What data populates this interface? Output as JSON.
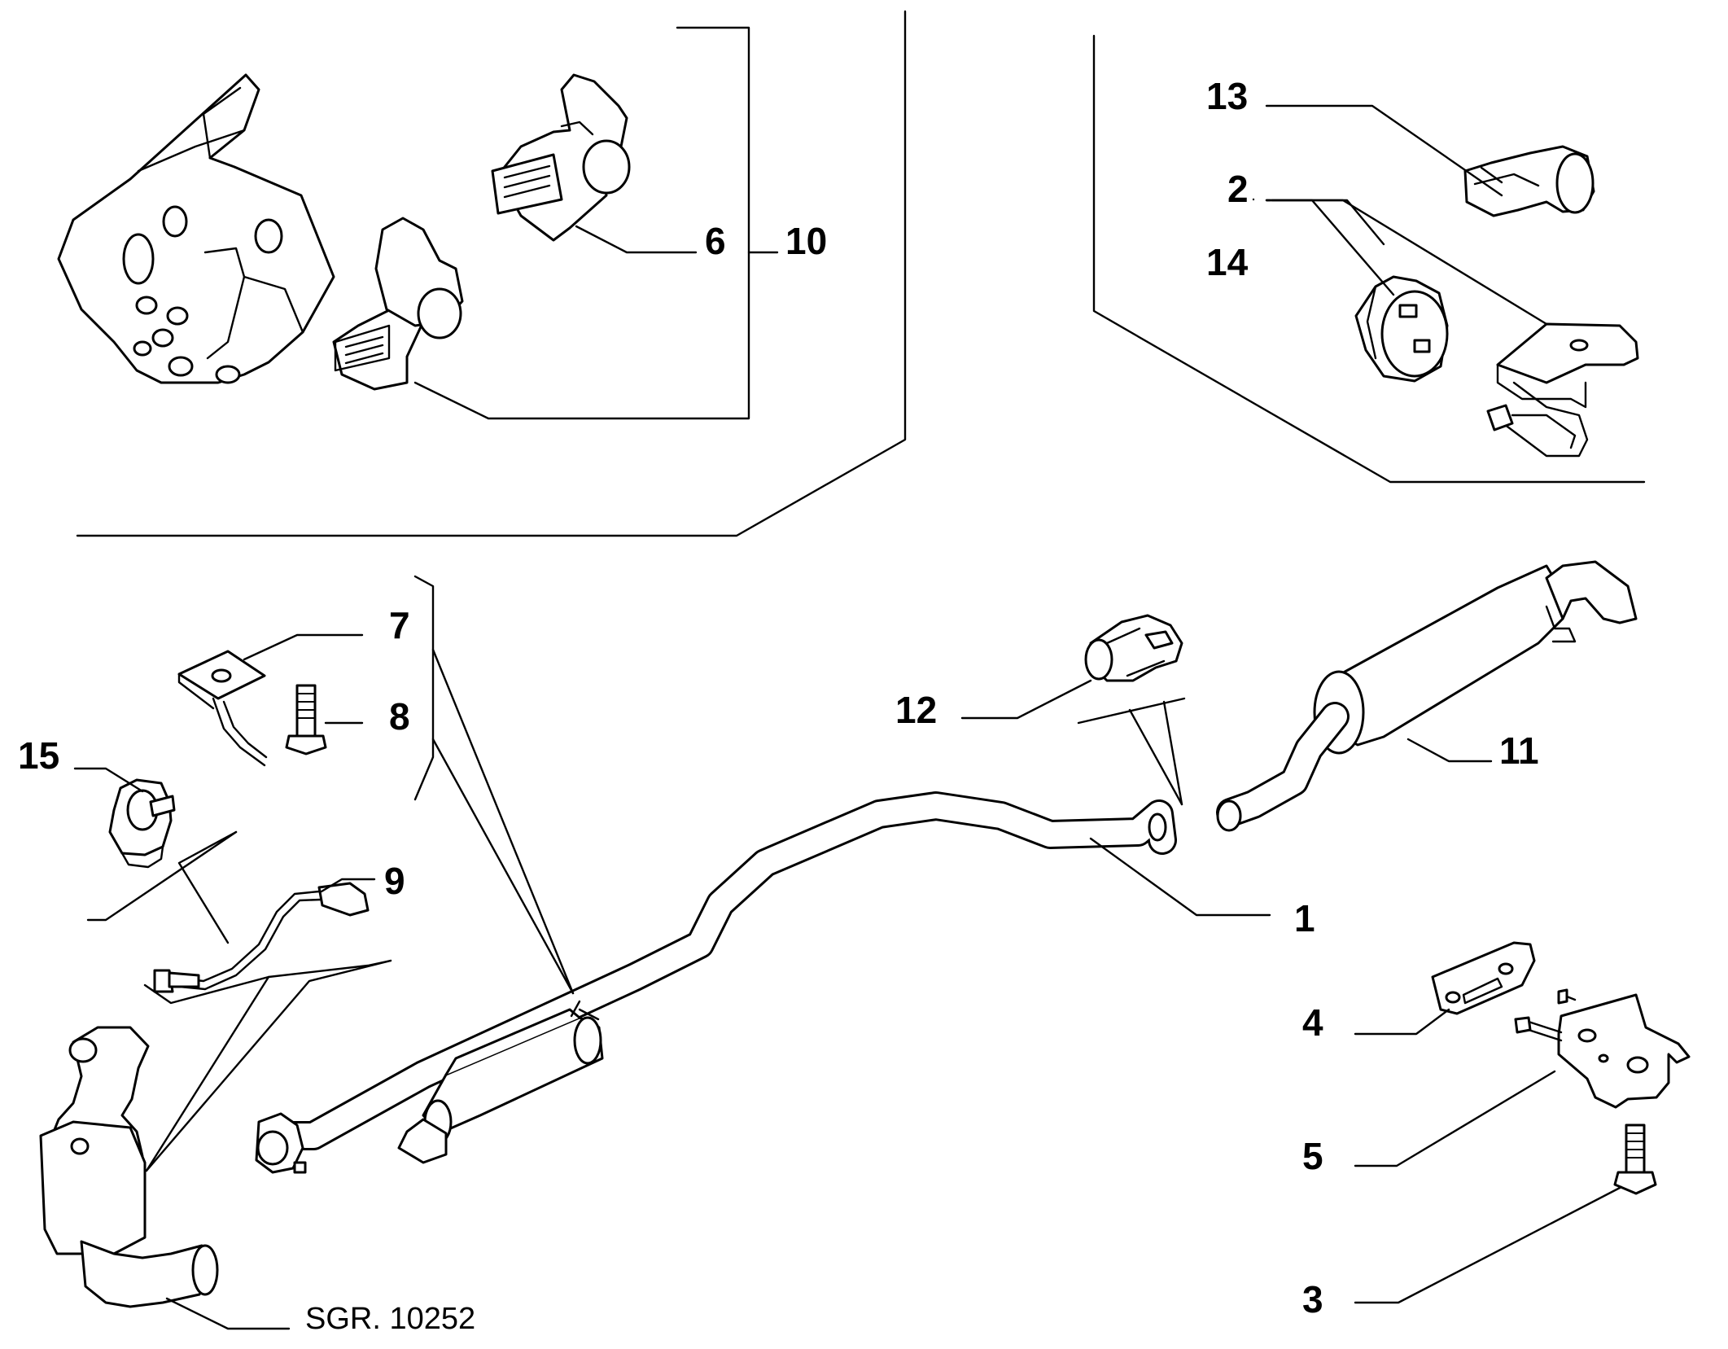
{
  "diagram": {
    "reference": "SGR. 10252",
    "callouts": [
      "1",
      "2",
      "3",
      "4",
      "5",
      "6",
      "7",
      "8",
      "9",
      "10",
      "11",
      "12",
      "13",
      "14",
      "15"
    ]
  }
}
